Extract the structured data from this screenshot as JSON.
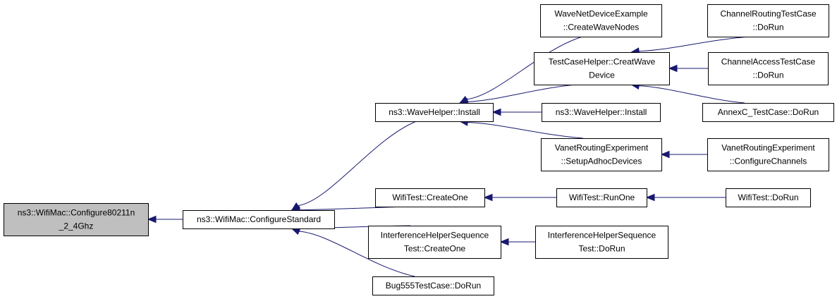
{
  "colors": {
    "focus_fill": "#bfbfbf",
    "node_fill": "#ffffff",
    "node_border": "#000000",
    "edge": "#191970"
  },
  "nodes": {
    "configure_80211n": {
      "lines": [
        "ns3::WifiMac::Configure80211n",
        "_2_4Ghz"
      ]
    },
    "configure_standard": {
      "lines": [
        "ns3::WifiMac::ConfigureStandard"
      ]
    },
    "wave_helper_install_a": {
      "lines": [
        "ns3::WaveHelper::Install"
      ]
    },
    "wifitest_createone": {
      "lines": [
        "WifiTest::CreateOne"
      ]
    },
    "interference_createone": {
      "lines": [
        "InterferenceHelperSequence",
        "Test::CreateOne"
      ]
    },
    "bug555_dorun": {
      "lines": [
        "Bug555TestCase::DoRun"
      ]
    },
    "wave_net_device_example": {
      "lines": [
        "WaveNetDeviceExample",
        "::CreateWaveNodes"
      ]
    },
    "testcasehelper_creat": {
      "lines": [
        "TestCaseHelper::CreatWave",
        "Device"
      ]
    },
    "wave_helper_install_b": {
      "lines": [
        "ns3::WaveHelper::Install"
      ]
    },
    "vanet_setup": {
      "lines": [
        "VanetRoutingExperiment",
        "::SetupAdhocDevices"
      ]
    },
    "wifitest_runone": {
      "lines": [
        "WifiTest::RunOne"
      ]
    },
    "interference_dorun": {
      "lines": [
        "InterferenceHelperSequence",
        "Test::DoRun"
      ]
    },
    "channel_routing": {
      "lines": [
        "ChannelRoutingTestCase",
        "::DoRun"
      ]
    },
    "channel_access": {
      "lines": [
        "ChannelAccessTestCase",
        "::DoRun"
      ]
    },
    "annexc": {
      "lines": [
        "AnnexC_TestCase::DoRun"
      ]
    },
    "vanet_configure": {
      "lines": [
        "VanetRoutingExperiment",
        "::ConfigureChannels"
      ]
    },
    "wifitest_dorun": {
      "lines": [
        "WifiTest::DoRun"
      ]
    }
  },
  "edges": [
    {
      "from": "configure_standard",
      "to": "configure_80211n"
    },
    {
      "from": "wave_helper_install_a",
      "to": "configure_standard"
    },
    {
      "from": "wifitest_createone",
      "to": "configure_standard"
    },
    {
      "from": "interference_createone",
      "to": "configure_standard"
    },
    {
      "from": "bug555_dorun",
      "to": "configure_standard"
    },
    {
      "from": "wave_net_device_example",
      "to": "wave_helper_install_a"
    },
    {
      "from": "testcasehelper_creat",
      "to": "wave_helper_install_a"
    },
    {
      "from": "wave_helper_install_b",
      "to": "wave_helper_install_a"
    },
    {
      "from": "vanet_setup",
      "to": "wave_helper_install_a"
    },
    {
      "from": "channel_routing",
      "to": "testcasehelper_creat"
    },
    {
      "from": "channel_access",
      "to": "testcasehelper_creat"
    },
    {
      "from": "annexc",
      "to": "testcasehelper_creat"
    },
    {
      "from": "vanet_configure",
      "to": "vanet_setup"
    },
    {
      "from": "wifitest_runone",
      "to": "wifitest_createone"
    },
    {
      "from": "wifitest_dorun",
      "to": "wifitest_runone"
    },
    {
      "from": "interference_dorun",
      "to": "interference_createone"
    }
  ]
}
